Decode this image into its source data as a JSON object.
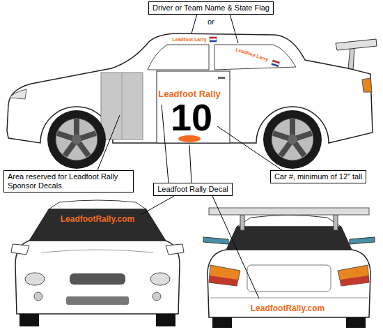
{
  "diagram": {
    "nodes": [
      {
        "text": [
          "Driver or Team Name & State Flag"
        ]
      },
      {
        "text": [
          "Area reserved for Leadfoot Rally Sponsor Decals"
        ]
      },
      {
        "text": [
          "Car #, minimum of 12\" tall"
        ]
      },
      {
        "text": [
          "Leadfoot Rally Decal"
        ]
      }
    ],
    "labels": [
      "or",
      "Leadfoot Larry",
      "Leadfoot Larry",
      "Leadfoot Rally",
      "10",
      "LeadfootRally.com",
      "LeadfootRally.com"
    ]
  }
}
